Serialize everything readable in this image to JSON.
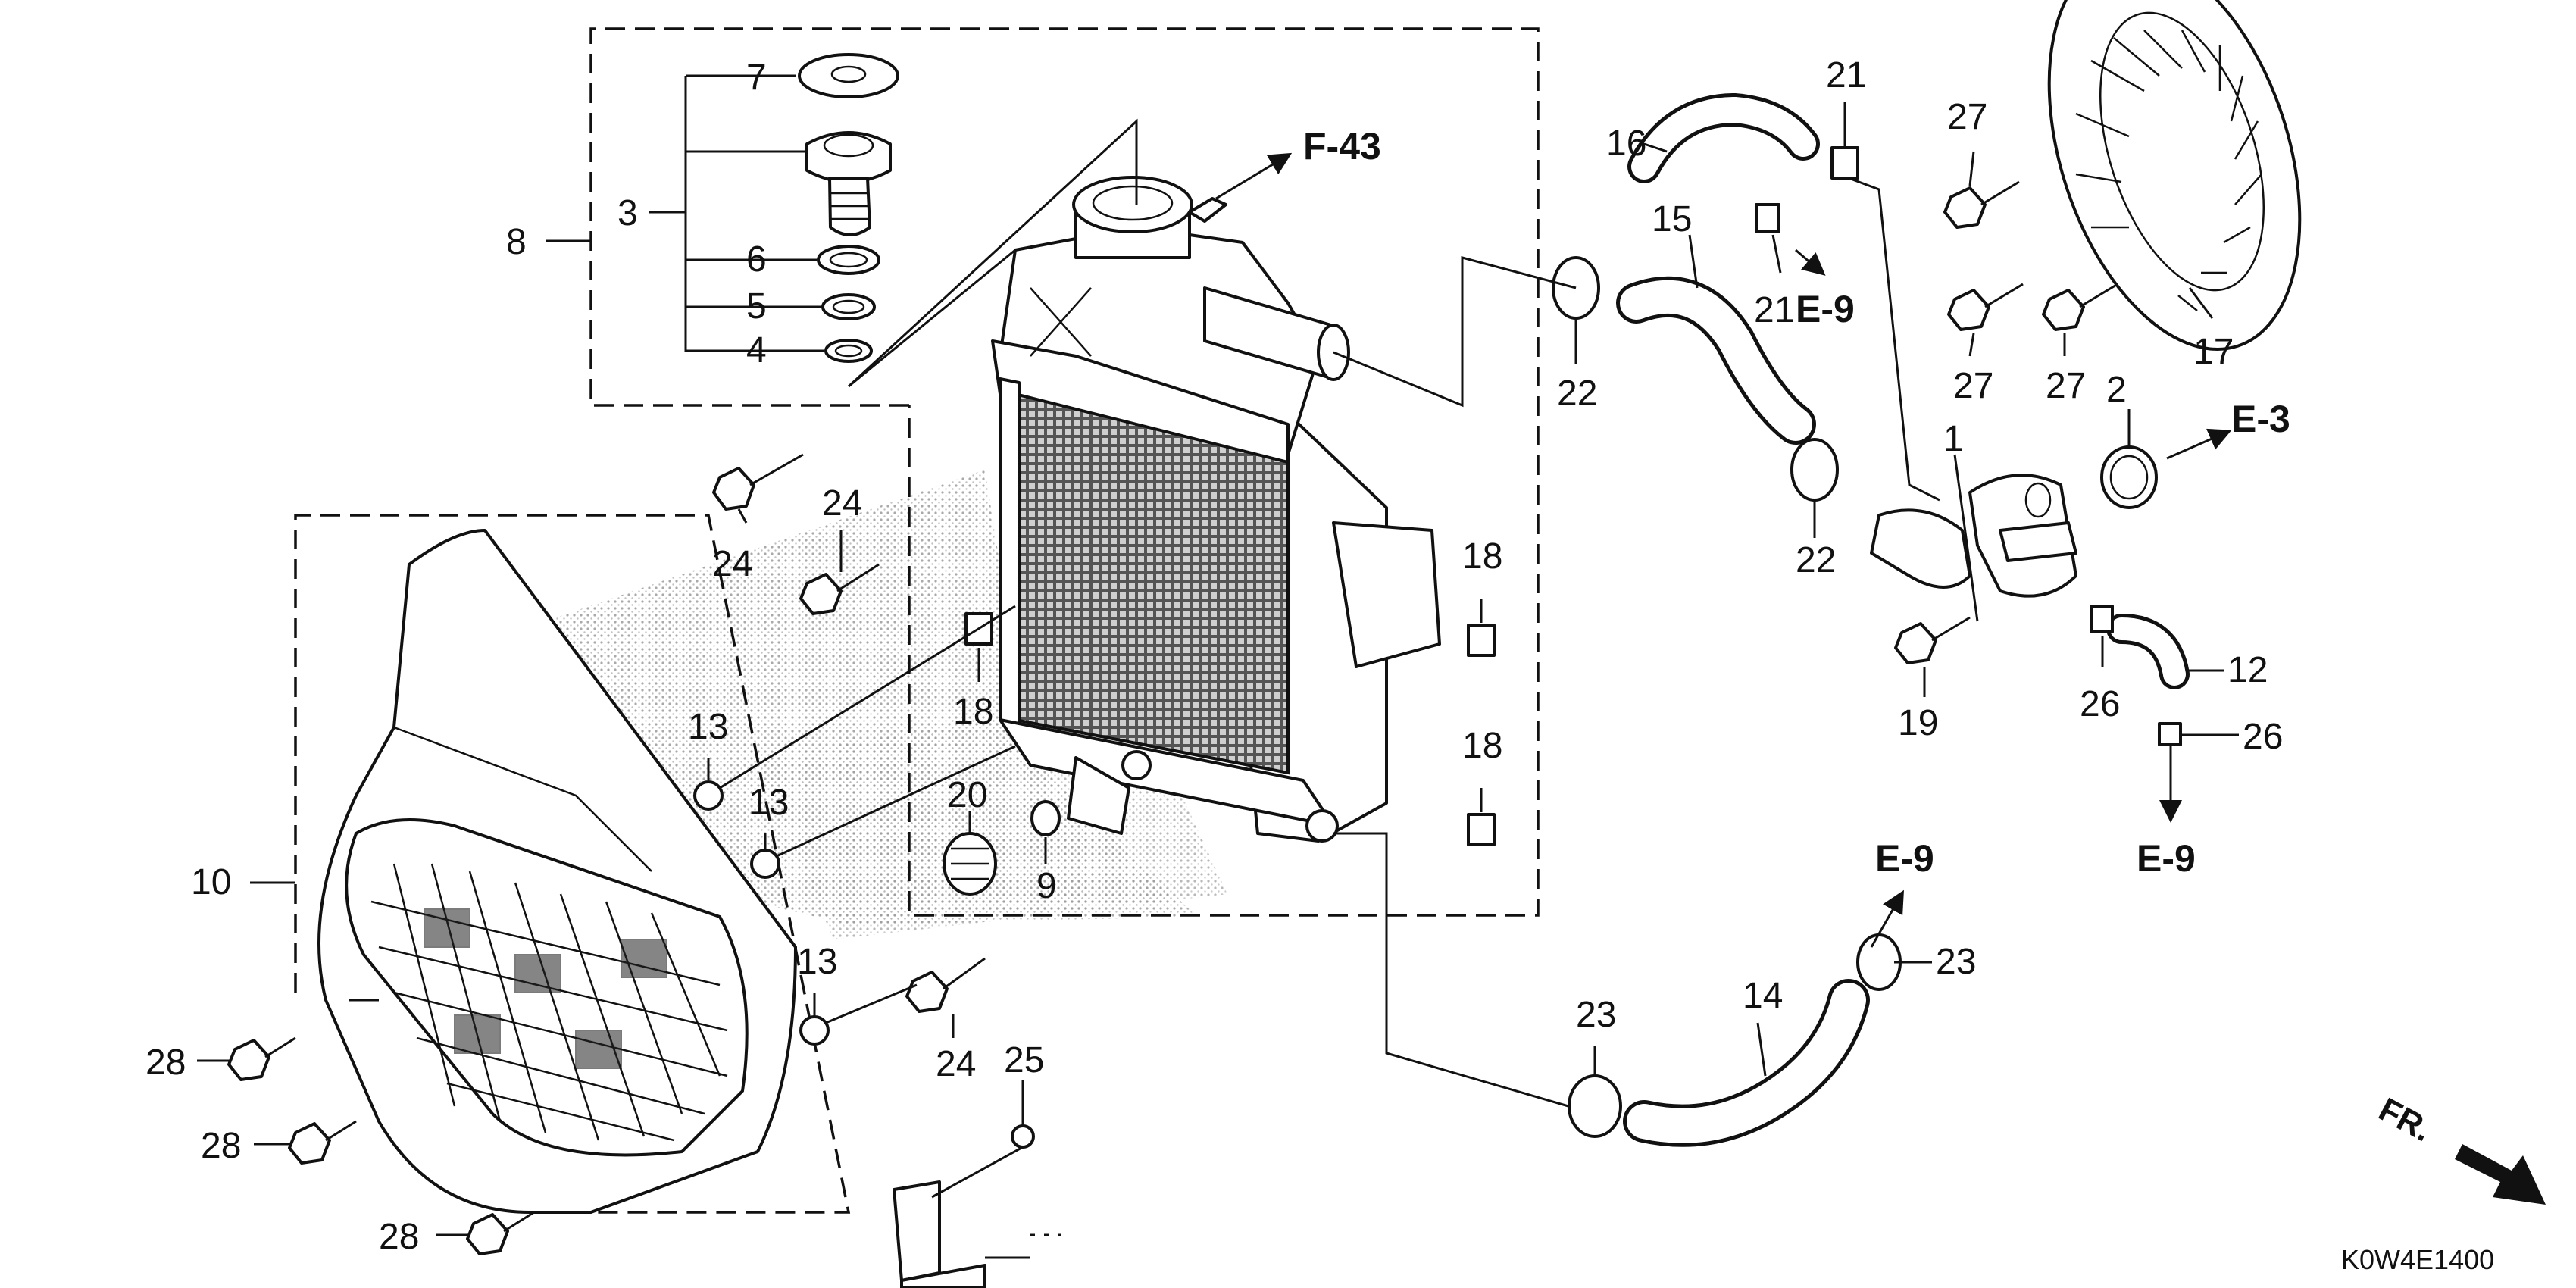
{
  "diagram_code": "K0W4E1400",
  "front_marker": "FR.",
  "callouts": {
    "c1": "1",
    "c2": "2",
    "c3": "3",
    "c4": "4",
    "c5": "5",
    "c6": "6",
    "c7": "7",
    "c8": "8",
    "c9": "9",
    "c10": "10",
    "c12": "12",
    "c13a": "13",
    "c13b": "13",
    "c13c": "13",
    "c14": "14",
    "c15": "15",
    "c16": "16",
    "c17": "17",
    "c18a": "18",
    "c18b": "18",
    "c18c": "18",
    "c19": "19",
    "c20": "20",
    "c21a": "21",
    "c21b": "21",
    "c22a": "22",
    "c22b": "22",
    "c23a": "23",
    "c23b": "23",
    "c24a": "24",
    "c24b": "24",
    "c24c": "24",
    "c25": "25",
    "c26a": "26",
    "c26b": "26",
    "c27a": "27",
    "c27b": "27",
    "c27c": "27",
    "c28a": "28",
    "c28b": "28",
    "c28c": "28"
  },
  "references": {
    "f43": "F-43",
    "e9a": "E-9",
    "e9b": "E-9",
    "e9c": "E-9",
    "e3": "E-3"
  },
  "colors": {
    "ink": "#111111",
    "background": "#ffffff",
    "stipple": "#9a9a9a"
  }
}
